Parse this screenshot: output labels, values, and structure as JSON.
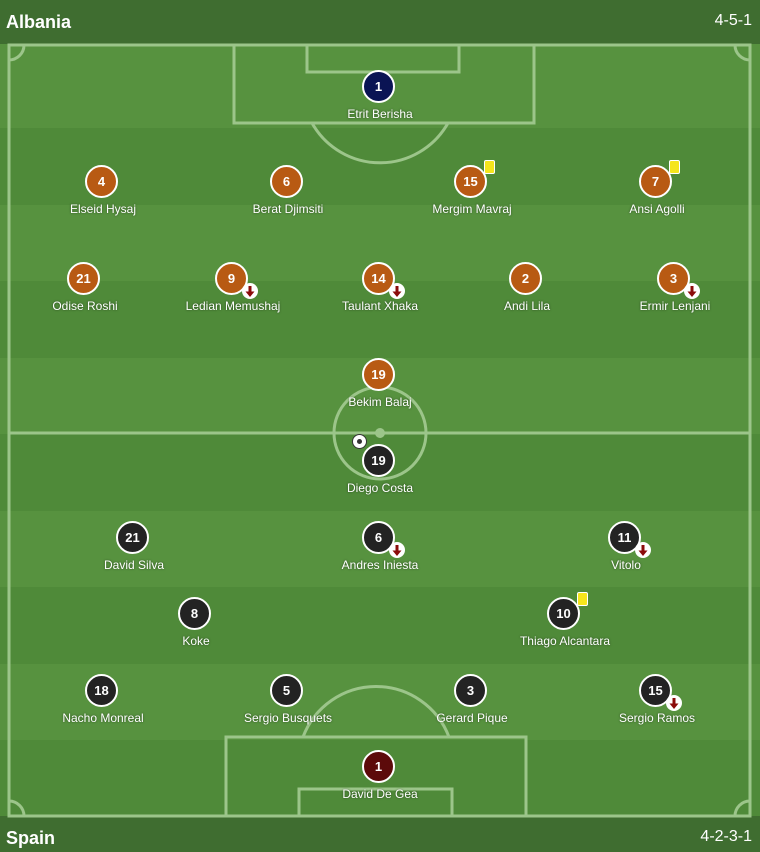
{
  "home_team": {
    "name": "Albania",
    "formation": "4-5-1"
  },
  "away_team": {
    "name": "Spain",
    "formation": "4-2-3-1"
  },
  "colors": {
    "pitch_dark": "#4a7e39",
    "pitch_light": "#57923f",
    "home_kit": "#b85a13",
    "away_kit": "#232323",
    "home_keeper": "#0a1454",
    "away_keeper": "#5c0a0a",
    "yellow_card": "#f5e51c",
    "sub_arrow": "#8b0b0b"
  },
  "home_players": [
    {
      "number": "1",
      "name": "Etrit Berisha",
      "keeper": true
    },
    {
      "number": "4",
      "name": "Elseid Hysaj"
    },
    {
      "number": "6",
      "name": "Berat Djimsiti"
    },
    {
      "number": "15",
      "name": "Mergim Mavraj",
      "yellow_card": true
    },
    {
      "number": "7",
      "name": "Ansi Agolli",
      "yellow_card": true
    },
    {
      "number": "21",
      "name": "Odise Roshi"
    },
    {
      "number": "9",
      "name": "Ledian Memushaj",
      "subbed_off": true
    },
    {
      "number": "14",
      "name": "Taulant Xhaka",
      "subbed_off": true
    },
    {
      "number": "2",
      "name": "Andi Lila"
    },
    {
      "number": "3",
      "name": "Ermir Lenjani",
      "subbed_off": true
    },
    {
      "number": "19",
      "name": "Bekim Balaj"
    }
  ],
  "away_players": [
    {
      "number": "19",
      "name": "Diego Costa",
      "goal": true
    },
    {
      "number": "21",
      "name": "David Silva"
    },
    {
      "number": "6",
      "name": "Andres Iniesta",
      "subbed_off": true
    },
    {
      "number": "11",
      "name": "Vitolo",
      "subbed_off": true
    },
    {
      "number": "8",
      "name": "Koke"
    },
    {
      "number": "10",
      "name": "Thiago Alcantara",
      "yellow_card": true
    },
    {
      "number": "18",
      "name": "Nacho Monreal"
    },
    {
      "number": "5",
      "name": "Sergio Busquets"
    },
    {
      "number": "3",
      "name": "Gerard Pique"
    },
    {
      "number": "15",
      "name": "Sergio Ramos",
      "subbed_off": true
    },
    {
      "number": "1",
      "name": "David De Gea",
      "keeper": true
    }
  ]
}
